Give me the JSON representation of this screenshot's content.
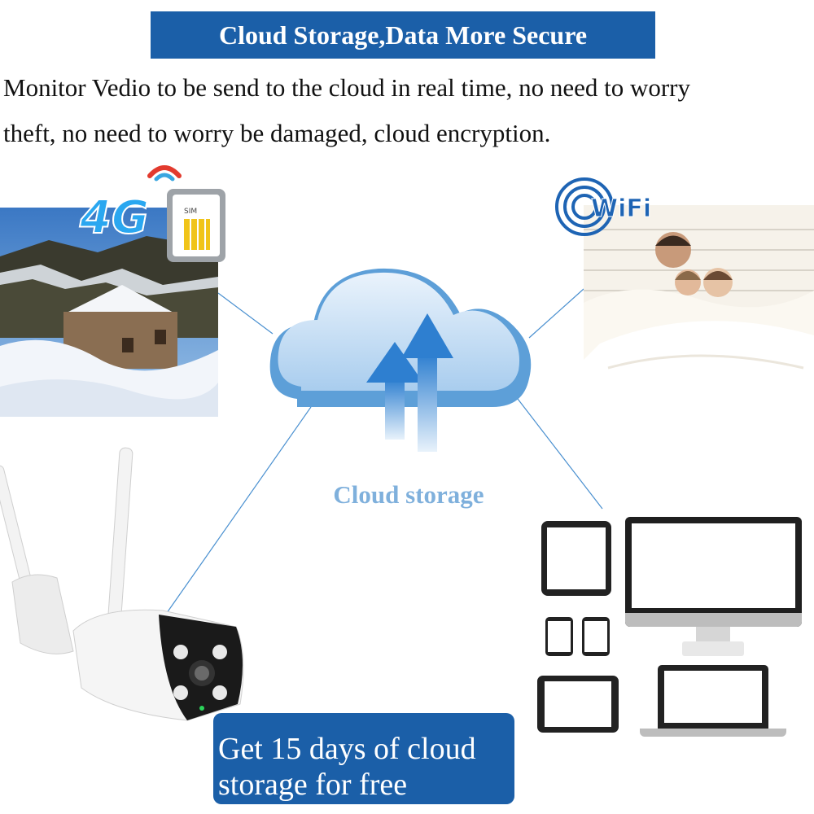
{
  "banner": {
    "title": "Cloud Storage,Data More Secure"
  },
  "description": {
    "line1": "Monitor Vedio to be send to the cloud in real time, no need to worry",
    "line2": "theft, no need to worry be damaged, cloud encryption."
  },
  "badges": {
    "cellular": "4G",
    "sim": "SIM",
    "wifi": "WiFi"
  },
  "cloud": {
    "caption": "Cloud storage"
  },
  "promo": {
    "line1": "Get 15 days of cloud",
    "line2": "storage for free"
  },
  "colors": {
    "banner_bg": "#1b5fa8",
    "caption": "#7fb0dc",
    "cloud_top": "#cfe3f7",
    "cloud_side": "#5d9fd8",
    "connector": "#4a90d0"
  },
  "icons": [
    "signal-icon",
    "sim-card-icon",
    "wifi-icon",
    "cloud-icon",
    "upload-arrow-icon",
    "ip-camera-icon",
    "tablet-icon",
    "phone-icon",
    "monitor-icon",
    "laptop-icon"
  ]
}
